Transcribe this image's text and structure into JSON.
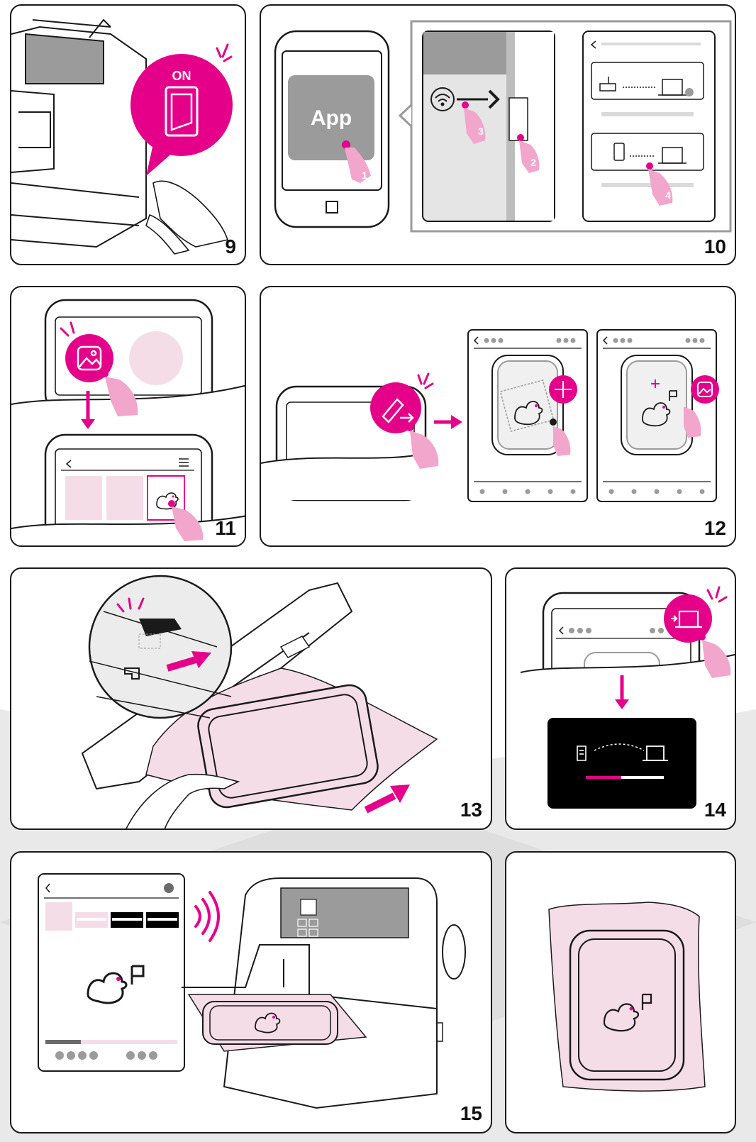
{
  "colors": {
    "accent": "#e5008a",
    "soft_pink": "#f5dde8",
    "touch_pink": "#f2a6cb",
    "gray": "#9b9b9b",
    "light_gray": "#dadada",
    "dark": "#1a1a1a"
  },
  "steps": [
    {
      "number": "9",
      "label": "ON"
    },
    {
      "number": "10",
      "app_label": "App",
      "callouts": [
        "1",
        "2",
        "3",
        "4"
      ]
    },
    {
      "number": "11"
    },
    {
      "number": "12"
    },
    {
      "number": "13"
    },
    {
      "number": "14"
    },
    {
      "number": "15"
    },
    {
      "number": ""
    }
  ],
  "icons": [
    "power-switch-icon",
    "wifi-icon",
    "sewing-machine-icon",
    "router-icon",
    "tablet-icon",
    "image-icon",
    "pencil-icon",
    "move-arrows-icon",
    "duck-design-icon",
    "file-icon",
    "back-chevron-icon",
    "menu-icon",
    "touch-hand-icon"
  ]
}
